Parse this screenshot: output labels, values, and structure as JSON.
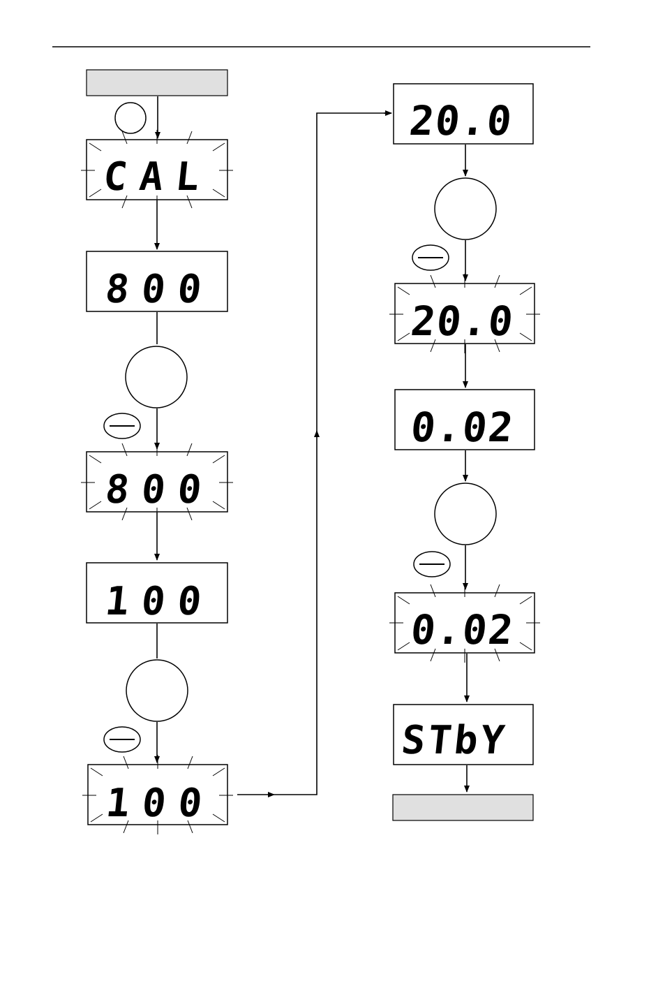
{
  "left_column": {
    "start_label": "",
    "displays": [
      {
        "text": "CAL",
        "blinking": true
      },
      {
        "text": "800",
        "blinking": false
      },
      {
        "text": "800",
        "blinking": true
      },
      {
        "text": "100",
        "blinking": false
      },
      {
        "text": "100",
        "blinking": true
      }
    ]
  },
  "right_column": {
    "displays": [
      {
        "text": "20.0",
        "blinking": false
      },
      {
        "text": "20.0",
        "blinking": true
      },
      {
        "text": "0.02",
        "blinking": false
      },
      {
        "text": "0.02",
        "blinking": true
      },
      {
        "text": "STbY",
        "blinking": false
      }
    ],
    "end_label": ""
  },
  "colors": {
    "line": "#000000",
    "label_fill": "#e0e0e0",
    "background": "#ffffff"
  }
}
